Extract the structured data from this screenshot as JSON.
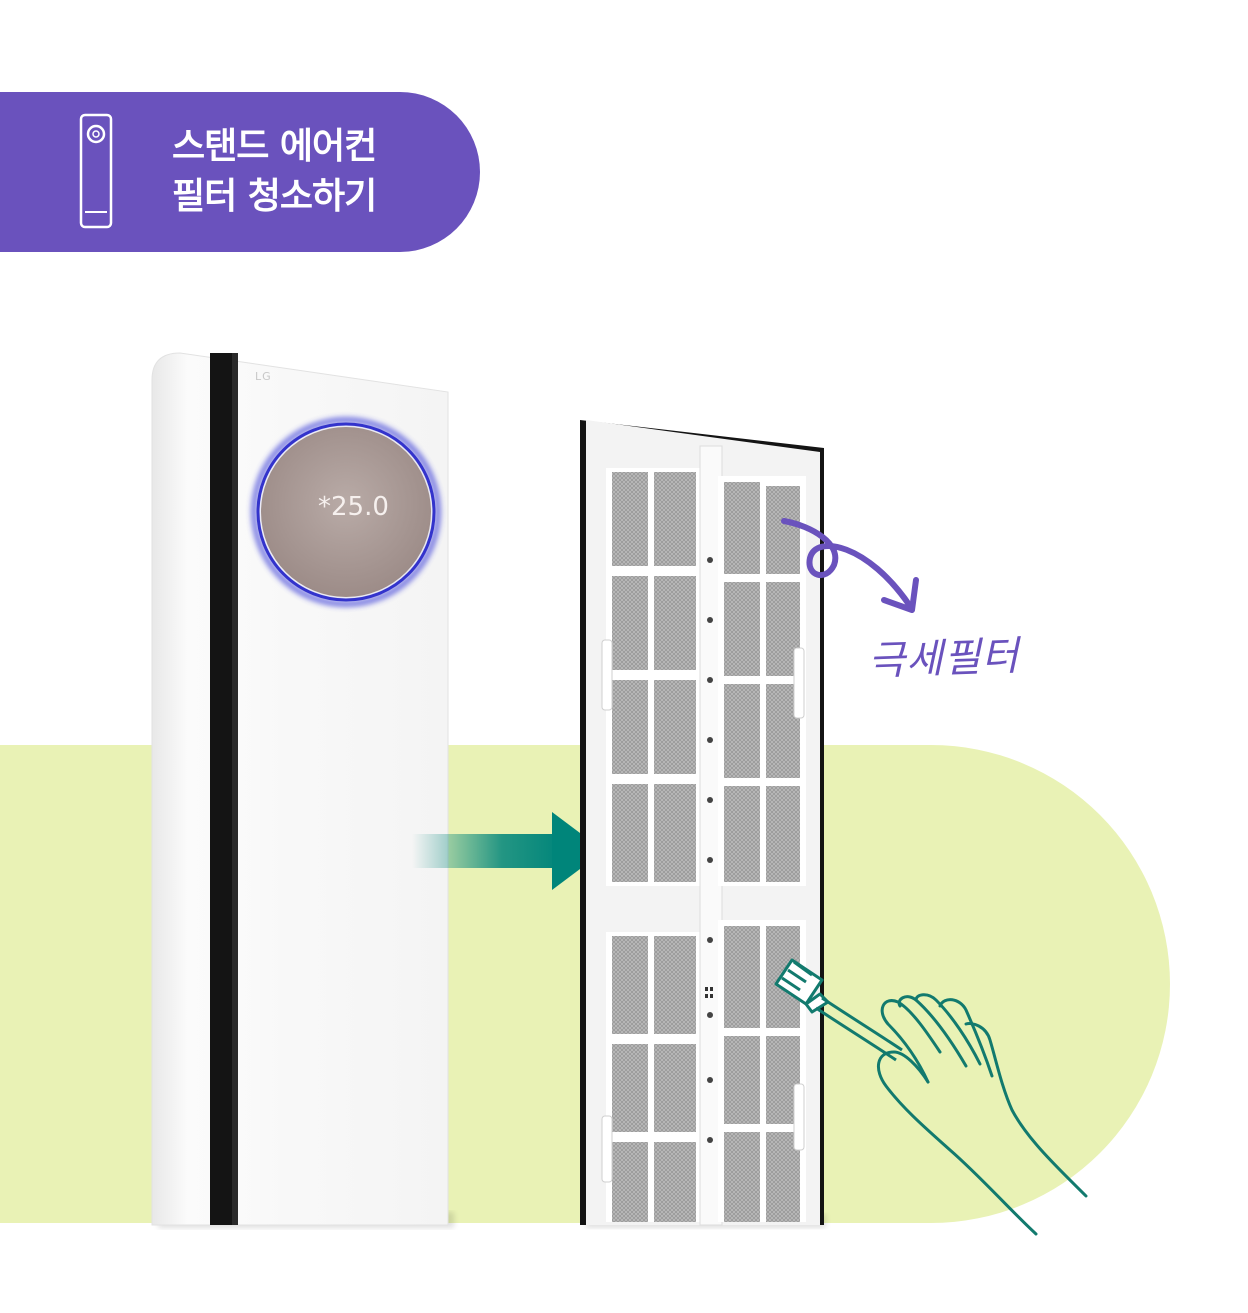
{
  "header": {
    "title_line1": "스탠드 에어컨",
    "title_line2": "필터 청소하기",
    "icon": "stand-aircon-icon",
    "background_color": "#6a52bd"
  },
  "product": {
    "brand_logo": "LG",
    "display_temperature": "*25.0"
  },
  "annotation": {
    "filter_label": "극세필터",
    "label_color": "#6a52bd"
  },
  "colors": {
    "background_blob": "#e9f2b5",
    "arrow": "#00857a",
    "hand_outline": "#127a6e"
  }
}
